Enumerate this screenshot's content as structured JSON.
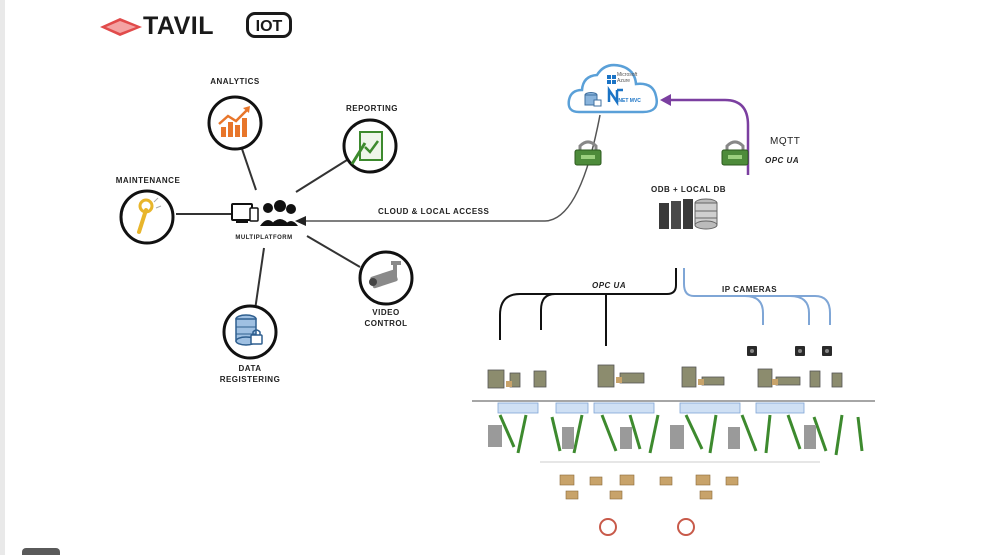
{
  "brand": {
    "name": "TAVIL",
    "badge": "IOT"
  },
  "hub": {
    "label": "MULTIPLATFORM"
  },
  "modules": [
    {
      "id": "analytics",
      "label": "ANALYTICS",
      "icon": "analytics-chart-icon"
    },
    {
      "id": "reporting",
      "label": "REPORTING",
      "icon": "report-pen-icon"
    },
    {
      "id": "maintenance",
      "label": "MAINTENANCE",
      "icon": "wrench-icon"
    },
    {
      "id": "video",
      "label_line1": "VIDEO",
      "label_line2": "CONTROL",
      "icon": "security-camera-icon"
    },
    {
      "id": "data",
      "label_line1": "DATA",
      "label_line2": "REGISTERING",
      "icon": "database-lock-icon"
    }
  ],
  "connections": {
    "access_label": "CLOUD & LOCAL ACCESS",
    "protocol_mqtt": "MQTT",
    "protocol_opcua_top": "OPC UA",
    "protocol_opcua_bottom": "OPC UA",
    "ip_cameras": "IP CAMERAS",
    "local_db": "ODB + LOCAL DB"
  },
  "cloud": {
    "provider_line1": "Microsoft",
    "provider_line2": "Azure",
    "framework": ".NET MVC"
  },
  "colors": {
    "accent_orange": "#e8762b",
    "accent_green": "#3d8a2e",
    "purple_link": "#7b3fa0",
    "blue_link": "#7fa6d6",
    "cloud_blue": "#5aa0d8"
  }
}
